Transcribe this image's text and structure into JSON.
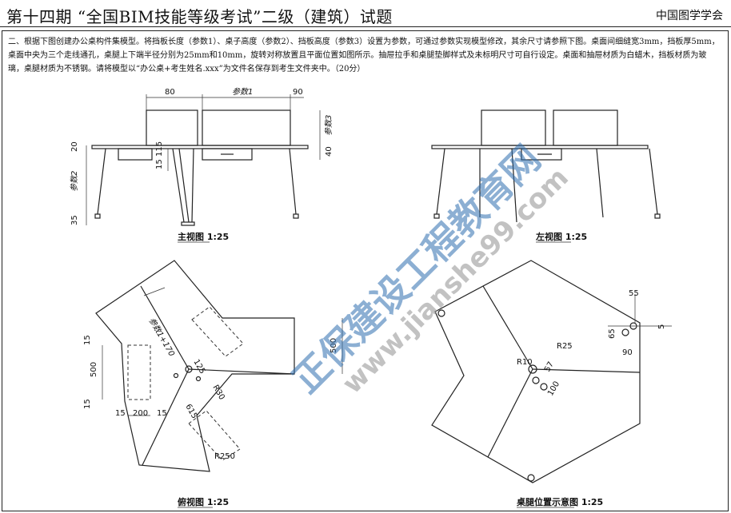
{
  "header": {
    "title": "第十四期 “全国BIM技能等级考试”二级（建筑）试题",
    "org": "中国图学学会"
  },
  "question": {
    "text": "二、根据下图创建办公桌构件集模型。将挡板长度（参数1）、桌子高度（参数2）、挡板高度（参数3）设置为参数，可通过参数实现模型修改，其余尺寸请参照下图。桌面间细缝宽3mm，挡板厚5mm，桌面中央为三个走线通孔，桌腿上下端半径分别为25mm和10mm，旋转对称放置且平面位置如图所示。抽屉拉手和桌腿垫脚样式及未标明尺寸可自行设定。桌面和抽屉材质为白蜡木，挡板材质为玻璃，桌腿材质为不锈钢。请将模型以“办公桌+考生姓名.xxx”为文件名保存到考生文件夹中。（20分）"
  },
  "views": {
    "front": {
      "caption": "主视图 1:25",
      "dims": {
        "d80": "80",
        "p1": "参数1",
        "d90": "90",
        "p3": "参数3",
        "d20": "20",
        "d40": "40",
        "d15": "15",
        "d115": "115",
        "p2": "参数2",
        "d35": "35"
      }
    },
    "left": {
      "caption": "左视图 1:25"
    },
    "plan": {
      "caption": "俯视图 1:25",
      "dims": {
        "d500a": "500",
        "d500b": "500",
        "d15a": "15",
        "d15b": "15",
        "d15c": "15",
        "d200": "200",
        "d15d": "15",
        "p1plus": "参数1+170",
        "d125": "125",
        "r30": "R30",
        "d615": "615",
        "r250": "R250"
      }
    },
    "legs": {
      "caption": "桌腿位置示意图 1:25",
      "dims": {
        "d55": "55",
        "d65": "65",
        "d5": "5",
        "d90": "90",
        "r25": "R25",
        "r10": "R10",
        "d57": "57",
        "d100": "100"
      }
    }
  },
  "watermark": {
    "cn": "正保建设工程教育网",
    "url": "www.jianshe99.com"
  }
}
